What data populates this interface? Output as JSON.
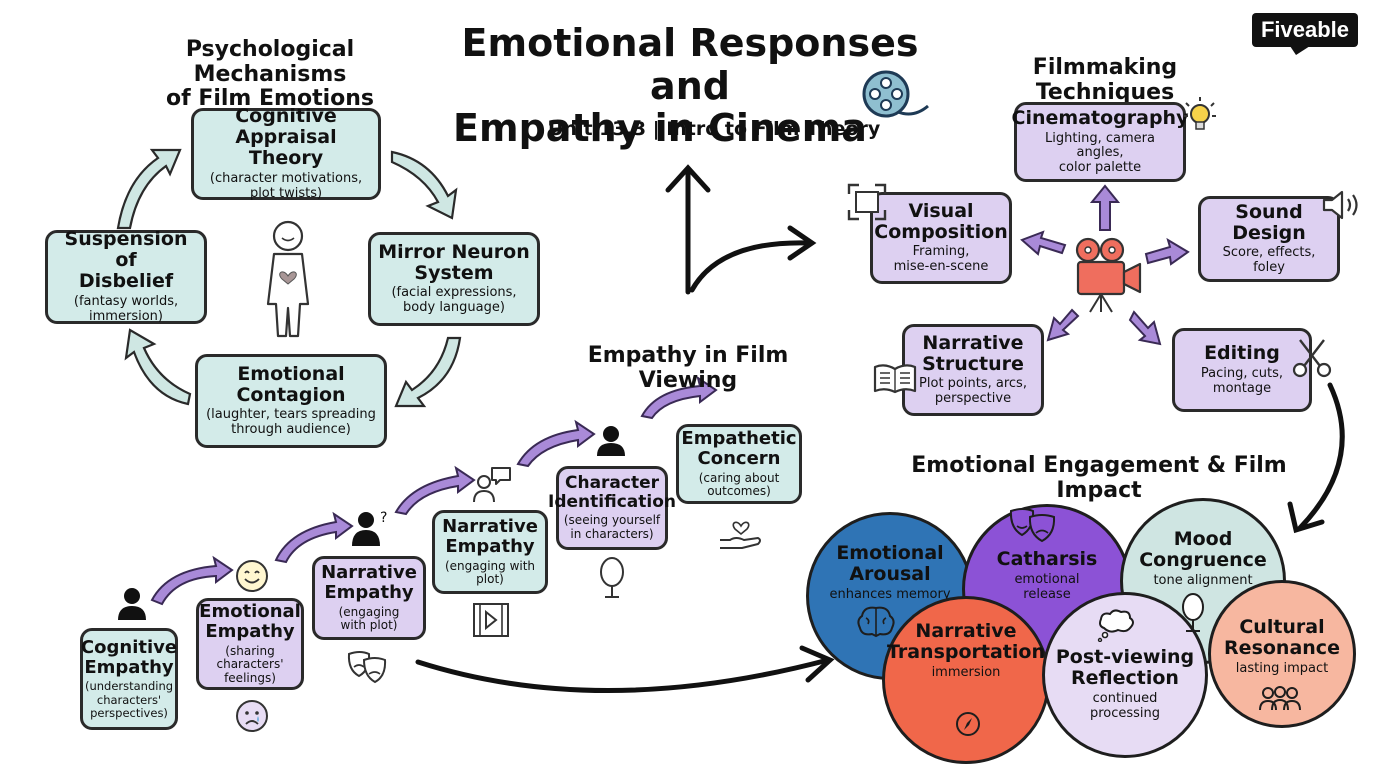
{
  "title": {
    "line1": "Emotional Responses and",
    "line2": "Empathy in Cinema",
    "subtitle": "Unit 13.3 | Intro to Film Theory"
  },
  "brand": {
    "logo": "Fiveable"
  },
  "psych": {
    "heading1": "Psychological Mechanisms",
    "heading2": "of Film Emotions",
    "nodes": [
      {
        "title1": "Cognitive",
        "title2": "Appraisal Theory",
        "desc1": "(character motivations,",
        "desc2": "plot twists)"
      },
      {
        "title1": "Mirror Neuron",
        "title2": "System",
        "desc1": "(facial expressions,",
        "desc2": "body language)"
      },
      {
        "title1": "Emotional",
        "title2": "Contagion",
        "desc1": "(laughter, tears spreading",
        "desc2": "through audience)"
      },
      {
        "title1": "Suspension of",
        "title2": "Disbelief",
        "desc1": "(fantasy worlds,",
        "desc2": "immersion)"
      }
    ]
  },
  "techniques": {
    "heading": "Filmmaking Techniques",
    "nodes": [
      {
        "title1": "Cinematography",
        "title2": "",
        "desc1": "Lighting, camera angles,",
        "desc2": "color palette"
      },
      {
        "title1": "Visual",
        "title2": "Composition",
        "desc1": "Framing,",
        "desc2": "mise-en-scene"
      },
      {
        "title1": "Sound Design",
        "title2": "",
        "desc1": "Score, effects,",
        "desc2": "foley"
      },
      {
        "title1": "Narrative",
        "title2": "Structure",
        "desc1": "Plot points, arcs,",
        "desc2": "perspective"
      },
      {
        "title1": "Editing",
        "title2": "",
        "desc1": "Pacing, cuts,",
        "desc2": "montage"
      }
    ]
  },
  "empathy": {
    "heading": "Empathy in Film Viewing",
    "steps": [
      {
        "title1": "Cognitive",
        "title2": "Empathy",
        "desc1": "(understanding",
        "desc2": "characters'",
        "desc3": "perspectives)"
      },
      {
        "title1": "Emotional",
        "title2": "Empathy",
        "desc1": "(sharing",
        "desc2": "characters'",
        "desc3": "feelings)"
      },
      {
        "title1": "Narrative",
        "title2": "Empathy",
        "desc1": "(engaging",
        "desc2": "with plot)",
        "desc3": ""
      },
      {
        "title1": "Narrative",
        "title2": "Empathy",
        "desc1": "(engaging with",
        "desc2": "plot)",
        "desc3": ""
      },
      {
        "title1": "Character",
        "title2": "Identification",
        "desc1": "(seeing yourself",
        "desc2": "in characters)",
        "desc3": ""
      },
      {
        "title1": "Empathetic",
        "title2": "Concern",
        "desc1": "(caring about",
        "desc2": "outcomes)",
        "desc3": ""
      }
    ]
  },
  "engagement": {
    "heading": "Emotional Engagement & Film Impact",
    "circles": [
      {
        "title1": "Emotional",
        "title2": "Arousal",
        "desc1": "enhances memory",
        "desc2": "",
        "color": "#2f74b5"
      },
      {
        "title1": "Catharsis",
        "title2": "",
        "desc1": "emotional",
        "desc2": "release",
        "color": "#8c52d6"
      },
      {
        "title1": "Mood",
        "title2": "Congruence",
        "desc1": "tone alignment",
        "desc2": "",
        "color": "#cfe5e2"
      },
      {
        "title1": "Narrative",
        "title2": "Transportation",
        "desc1": "immersion",
        "desc2": "",
        "color": "#f0674a"
      },
      {
        "title1": "Post-viewing",
        "title2": "Reflection",
        "desc1": "continued",
        "desc2": "processing",
        "color": "#e7dcf4"
      },
      {
        "title1": "Cultural",
        "title2": "Resonance",
        "desc1": "lasting impact",
        "desc2": "",
        "color": "#f7b7a0"
      }
    ]
  },
  "colors": {
    "teal_box": "#d3ebe9",
    "lavender_box": "#ddd0f1",
    "purple_arrow": "#9e7bd3",
    "teal_arrow": "#b3d6d2",
    "projector": "#ef6e5e"
  }
}
